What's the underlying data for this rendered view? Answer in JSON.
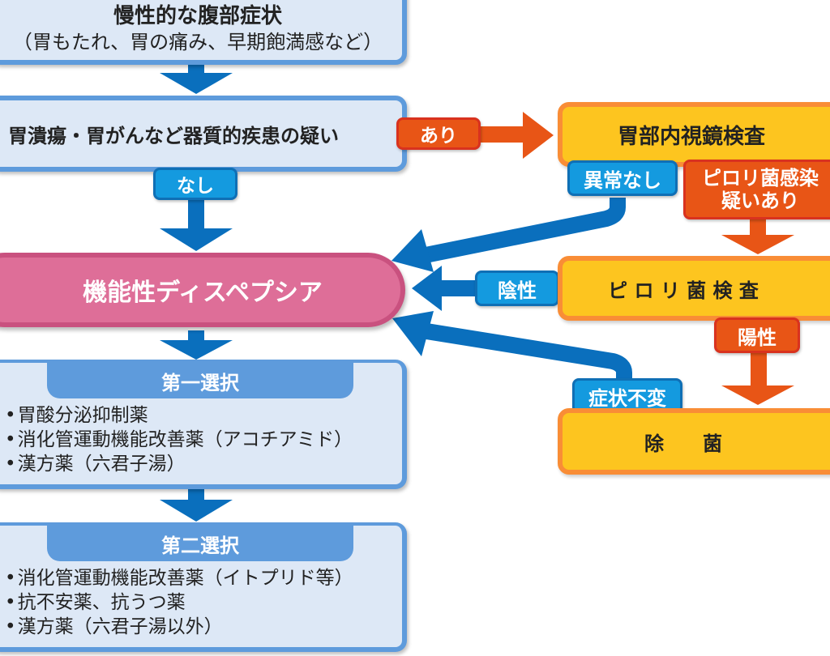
{
  "colors": {
    "blue_arrow": "#0a6fbd",
    "orange_arrow": "#e85516",
    "box_blue_fill": "#dde8f6",
    "box_blue_border": "#5e9bdc",
    "box_orange_fill": "#fdc51f",
    "box_orange_border": "#f98d36",
    "pill_pink": "#de6e98"
  },
  "nodes": {
    "symptoms": {
      "title": "慢性的な腹部症状",
      "subtitle": "（胃もたれ、胃の痛み、早期飽満感など）"
    },
    "organic_suspicion": {
      "label": "胃潰瘍・胃がんなど器質的疾患の疑い"
    },
    "endoscopy": {
      "label": "胃部内視鏡検査"
    },
    "functional_dyspepsia": {
      "label": "機能性ディスペプシア"
    },
    "pylori_test": {
      "label": "ピ ロ リ 菌 検 査"
    },
    "eradication": {
      "label": "除　　菌"
    },
    "first_choice": {
      "header": "第一選択",
      "items": [
        "胃酸分泌抑制薬",
        "消化管運動機能改善薬（アコチアミド）",
        "漢方薬（六君子湯）"
      ]
    },
    "second_choice": {
      "header": "第二選択",
      "items": [
        "消化管運動機能改善薬（イトプリド等）",
        "抗不安薬、抗うつ薬",
        "漢方薬（六君子湯以外）"
      ]
    }
  },
  "edge_labels": {
    "yes": "あり",
    "no": "なし",
    "no_abnormality": "異常なし",
    "pylori_suspected_line1": "ピロリ菌感染",
    "pylori_suspected_line2": "疑いあり",
    "negative": "陰性",
    "positive": "陽性",
    "symptoms_unchanged": "症状不変"
  }
}
